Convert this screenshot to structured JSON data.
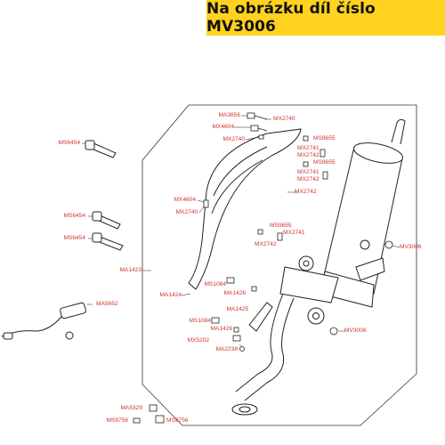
{
  "banner": {
    "text": "Na obrázku díl číslo MV3006",
    "color": "#ffd21f"
  },
  "colors": {
    "label": "#d0342c",
    "line": "#222222",
    "frame": "#333333"
  },
  "labels": {
    "ms6454_a": "MS6454",
    "ms6454_b": "MS6454",
    "ms6454_c": "MS6454",
    "ma1423": "MA1423",
    "ma5652": "MA5652",
    "ma3856": "MA3856",
    "mx4604_a": "MX4604",
    "mx2740_a": "MX2740",
    "mx2740_b": "MX2740",
    "ms9655_a": "MS9655",
    "mx2741_a": "MX2741",
    "mx2742_a": "MX2742",
    "ms9655_b": "MS9655",
    "mx2741_b": "MX2741",
    "mx2742_b": "MX2742",
    "mx2742_c": "MX2742",
    "mx4604_b": "MX4604",
    "mx2740_c": "MX2740",
    "ms9655_c": "MS9655",
    "mx2741_c": "MX2741",
    "mx2742_d": "MX2742",
    "mv3006_a": "MV3006",
    "ms1084_a": "MS1084",
    "ma1424": "MA1424",
    "ma1426_a": "MA1426",
    "ma1425": "MA1425",
    "ms1084_b": "MS1084",
    "ma1426_b": "MA1426",
    "mv3006_b": "MV3006",
    "mx5202": "MX5202",
    "ma2238": "MA2238",
    "ma5329": "MA5329",
    "ms9756_a": "MS9756",
    "ms9756_b": "MS9756"
  }
}
